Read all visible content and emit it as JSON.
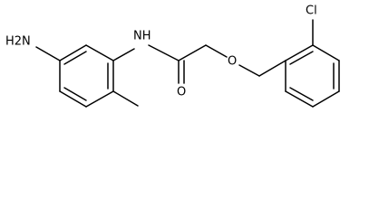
{
  "molecule": {
    "atoms": {
      "amine": "H2N",
      "amide_nitrogen": "NH",
      "carbonyl_oxygen": "O",
      "ether_oxygen": "O",
      "chlorine": "Cl"
    }
  }
}
